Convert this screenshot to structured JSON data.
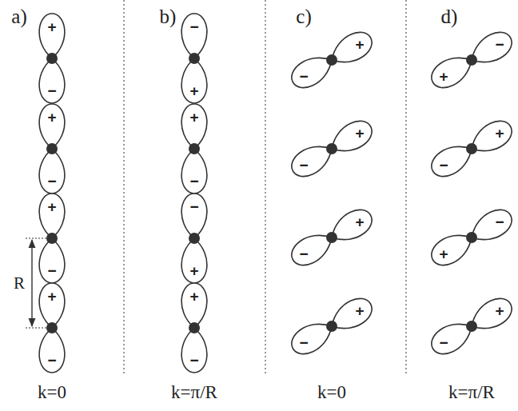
{
  "diagram": {
    "labels": [
      "a)",
      "b)",
      "c)",
      "d)",
      "+",
      "−",
      "+",
      "−",
      "+",
      "−",
      "+",
      "−",
      "R",
      "−",
      "+",
      "+",
      "−",
      "−",
      "+",
      "+",
      "−",
      "+",
      "−",
      "+",
      "−",
      "+",
      "−",
      "+",
      "−",
      "−",
      "+",
      "+",
      "−",
      "−",
      "+",
      "+",
      "−",
      "k=0",
      "k=π/R",
      "k=0",
      "k=π/R"
    ]
  }
}
